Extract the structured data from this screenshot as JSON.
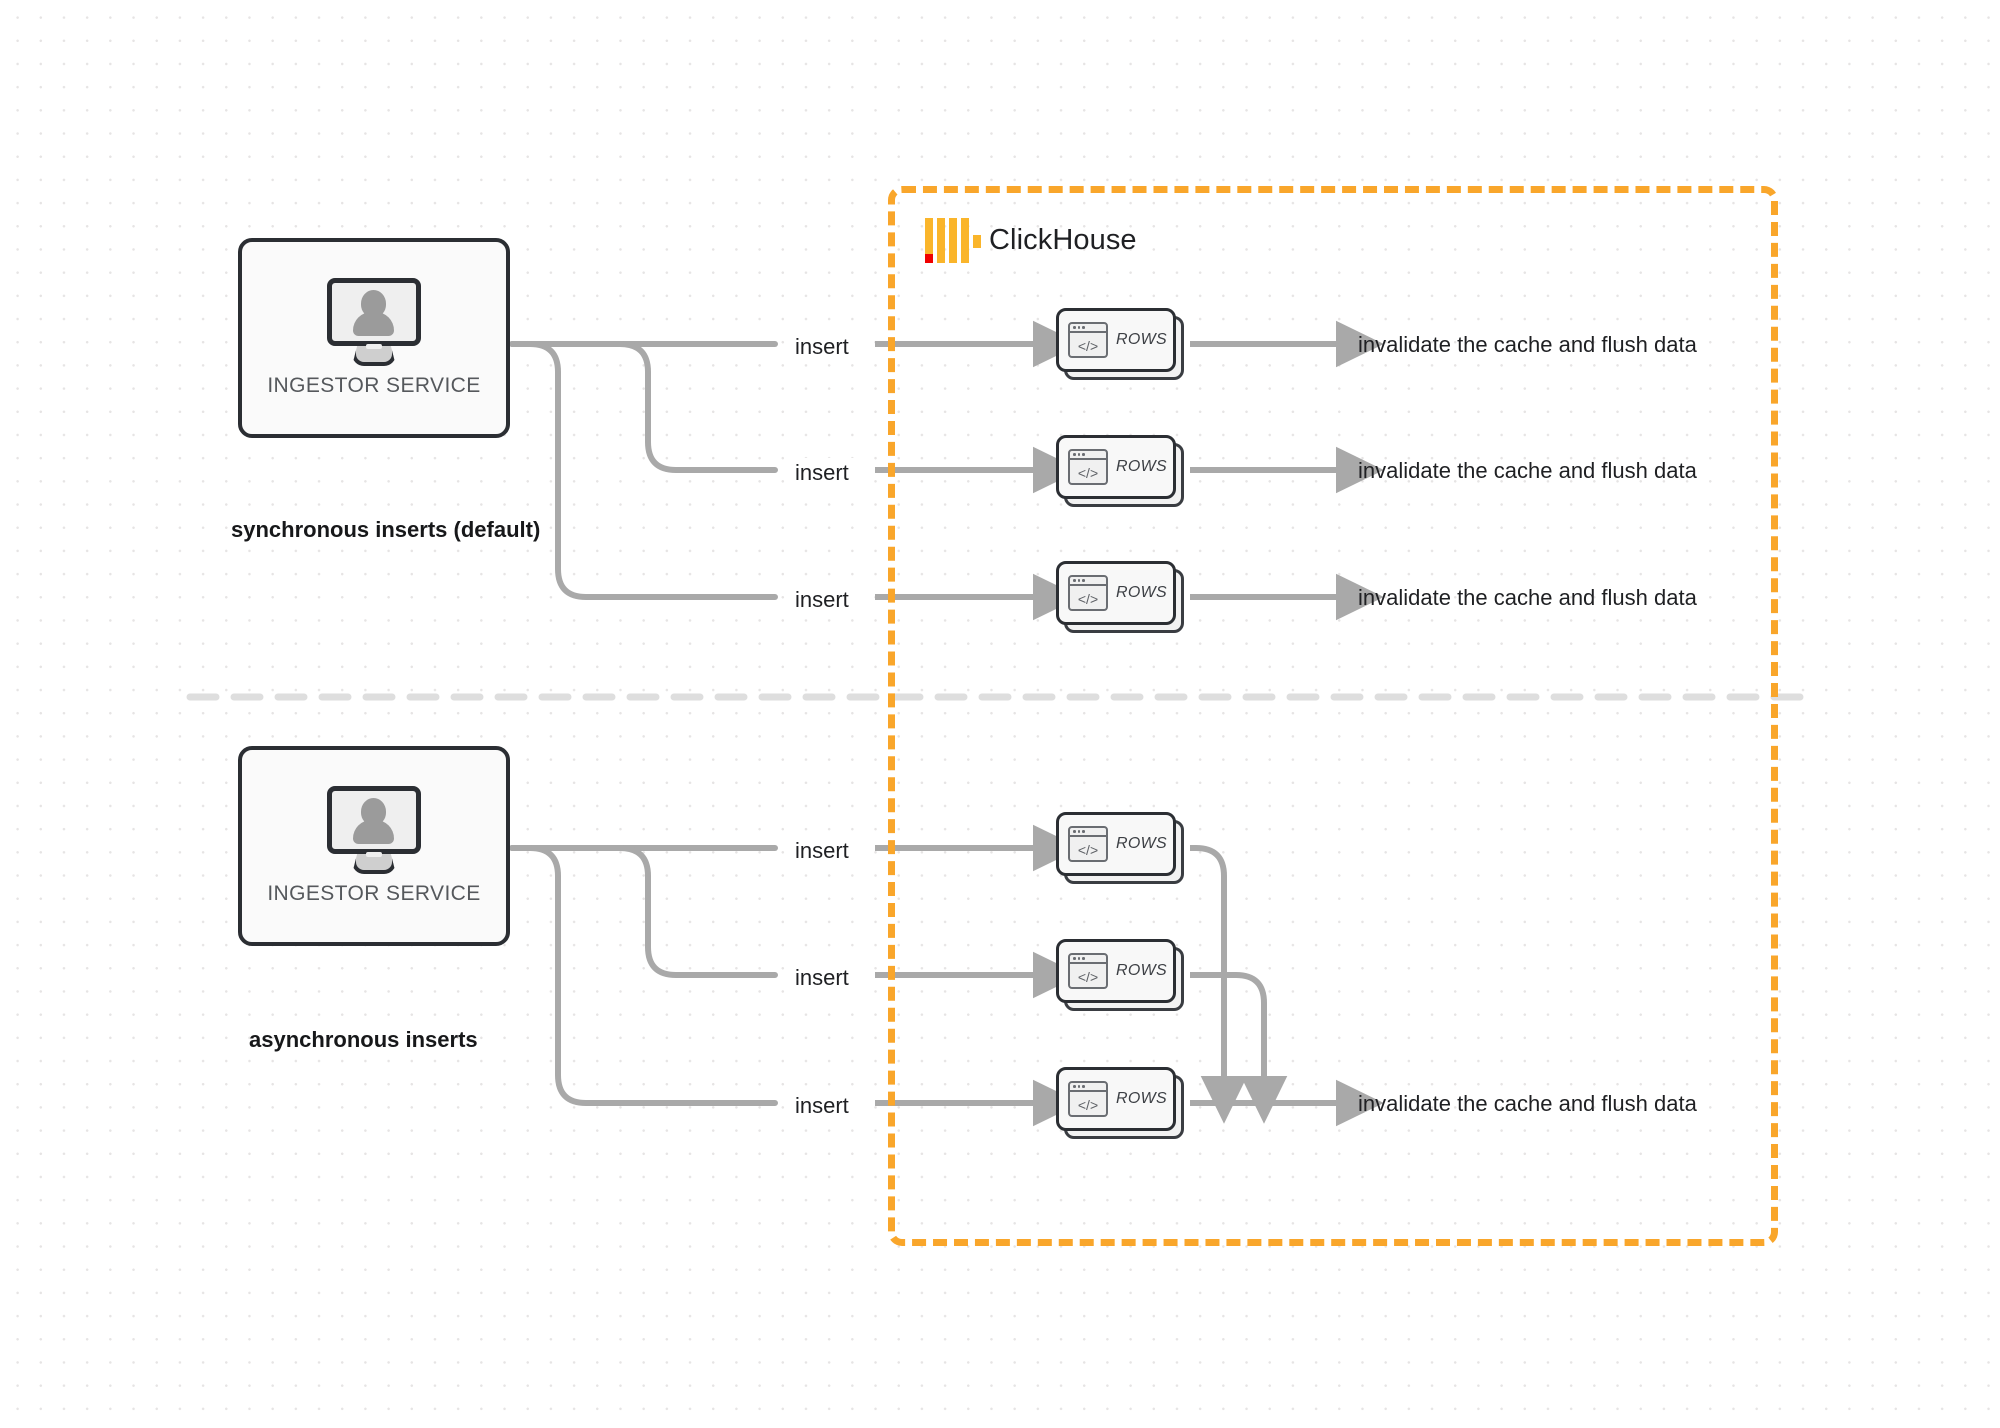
{
  "diagram": {
    "title": "ClickHouse synchronous vs asynchronous inserts",
    "background": "#ffffff",
    "dot_grid_color": "#e6e4e4",
    "accent_orange": "#F9A62B",
    "accent_red": "#F00000",
    "line_gray": "#a9a9a9",
    "border_dark": "#2b2e33"
  },
  "clickhouse_boundary": {
    "label": "ClickHouse",
    "logo_icon": "clickhouse-logo-icon",
    "border_style": "dashed",
    "border_color": "#F9A62B"
  },
  "sections": [
    {
      "id": "synchronous",
      "caption": "synchronous inserts (default)",
      "source": {
        "label": "INGESTOR SERVICE",
        "icon": "monitor-user-icon"
      },
      "flows": [
        {
          "edge_label": "insert",
          "node_label": "ROWS",
          "node_icon": "code-window-icon",
          "result_label": "invalidate the cache and flush data"
        },
        {
          "edge_label": "insert",
          "node_label": "ROWS",
          "node_icon": "code-window-icon",
          "result_label": "invalidate the cache and flush data"
        },
        {
          "edge_label": "insert",
          "node_label": "ROWS",
          "node_icon": "code-window-icon",
          "result_label": "invalidate the cache and flush data"
        }
      ]
    },
    {
      "id": "asynchronous",
      "caption": "asynchronous inserts",
      "source": {
        "label": "INGESTOR SERVICE",
        "icon": "monitor-user-icon"
      },
      "flows": [
        {
          "edge_label": "insert",
          "node_label": "ROWS",
          "node_icon": "code-window-icon",
          "result_label": ""
        },
        {
          "edge_label": "insert",
          "node_label": "ROWS",
          "node_icon": "code-window-icon",
          "result_label": ""
        },
        {
          "edge_label": "insert",
          "node_label": "ROWS",
          "node_icon": "code-window-icon",
          "result_label": "invalidate the cache and flush data"
        }
      ],
      "merged_result_label": "invalidate the cache and flush data"
    }
  ],
  "divider": {
    "style": "dashed",
    "color": "#dddddd"
  },
  "code_glyph": "</>"
}
